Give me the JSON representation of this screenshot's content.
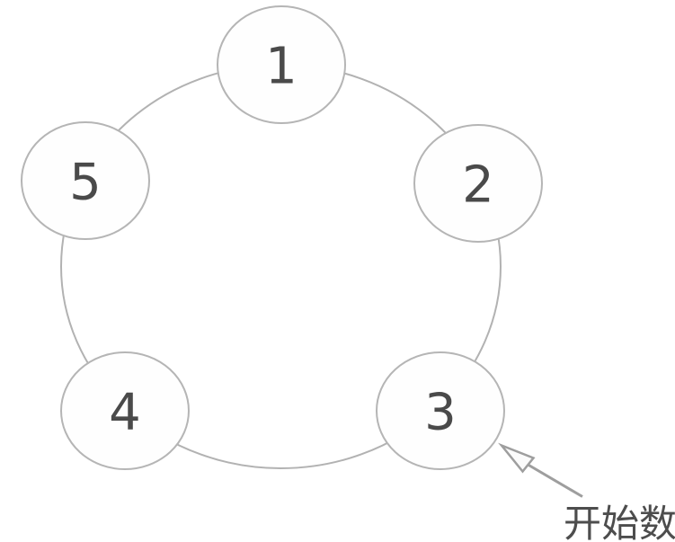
{
  "diagram": {
    "type": "circular-counting-diagram",
    "nodes": [
      {
        "label": "1"
      },
      {
        "label": "2"
      },
      {
        "label": "3"
      },
      {
        "label": "4"
      },
      {
        "label": "5"
      }
    ],
    "annotation": {
      "label": "开始数",
      "points_to_node": "3"
    },
    "colors": {
      "background": "#ffffff",
      "ring_stroke": "#b2b2b2",
      "node_stroke": "#b5b5b5",
      "node_fill": "#fefefe",
      "number_color": "#4a4a4a",
      "arrow_color": "#9e9e9e",
      "annotation_text_color": "#4d4d4d"
    }
  }
}
